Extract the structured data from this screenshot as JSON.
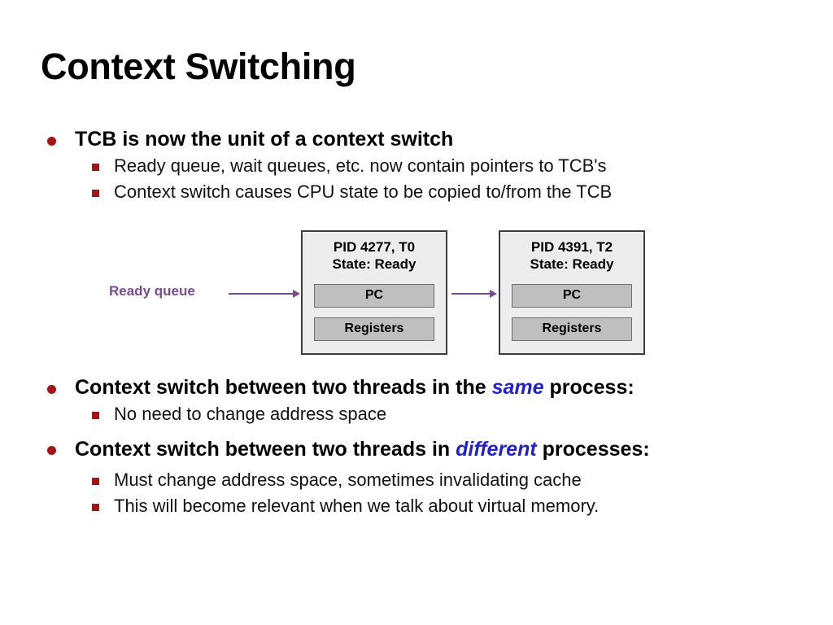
{
  "slide": {
    "title": "Context Switching",
    "colors": {
      "bullet_red": "#A51313",
      "emphasis_blue": "#2222CC",
      "queue_purple": "#7A4B93",
      "box_fill": "#EDEDED",
      "slot_fill": "#BFBFBF",
      "text_black": "#000000",
      "background": "#FFFFFF"
    },
    "bullets": [
      {
        "level": 1,
        "text": "TCB is now the unit of a context switch"
      },
      {
        "level": 2,
        "text": "Ready queue, wait queues, etc. now contain pointers to TCB's"
      },
      {
        "level": 2,
        "text": "Context switch causes CPU state to be copied to/from the TCB"
      }
    ],
    "bullets_lower": [
      {
        "level": 1,
        "prefix": "Context switch between two threads in the ",
        "emphasis": "same",
        "suffix": " process:"
      },
      {
        "level": 2,
        "text": "No need to change address space"
      },
      {
        "level": 1,
        "prefix": "Context switch between two threads in ",
        "emphasis": "different",
        "suffix": " processes:"
      },
      {
        "level": 2,
        "text": "Must change address space, sometimes invalidating cache"
      },
      {
        "level": 2,
        "text": "This will become relevant when we talk about virtual memory."
      }
    ]
  },
  "diagram": {
    "queue_label": "Ready queue",
    "tcbs": [
      {
        "pid_line": "PID 4277, T0",
        "state_line": "State: Ready",
        "slots": [
          "PC",
          "Registers"
        ]
      },
      {
        "pid_line": "PID 4391, T2",
        "state_line": "State: Ready",
        "slots": [
          "PC",
          "Registers"
        ]
      }
    ]
  }
}
